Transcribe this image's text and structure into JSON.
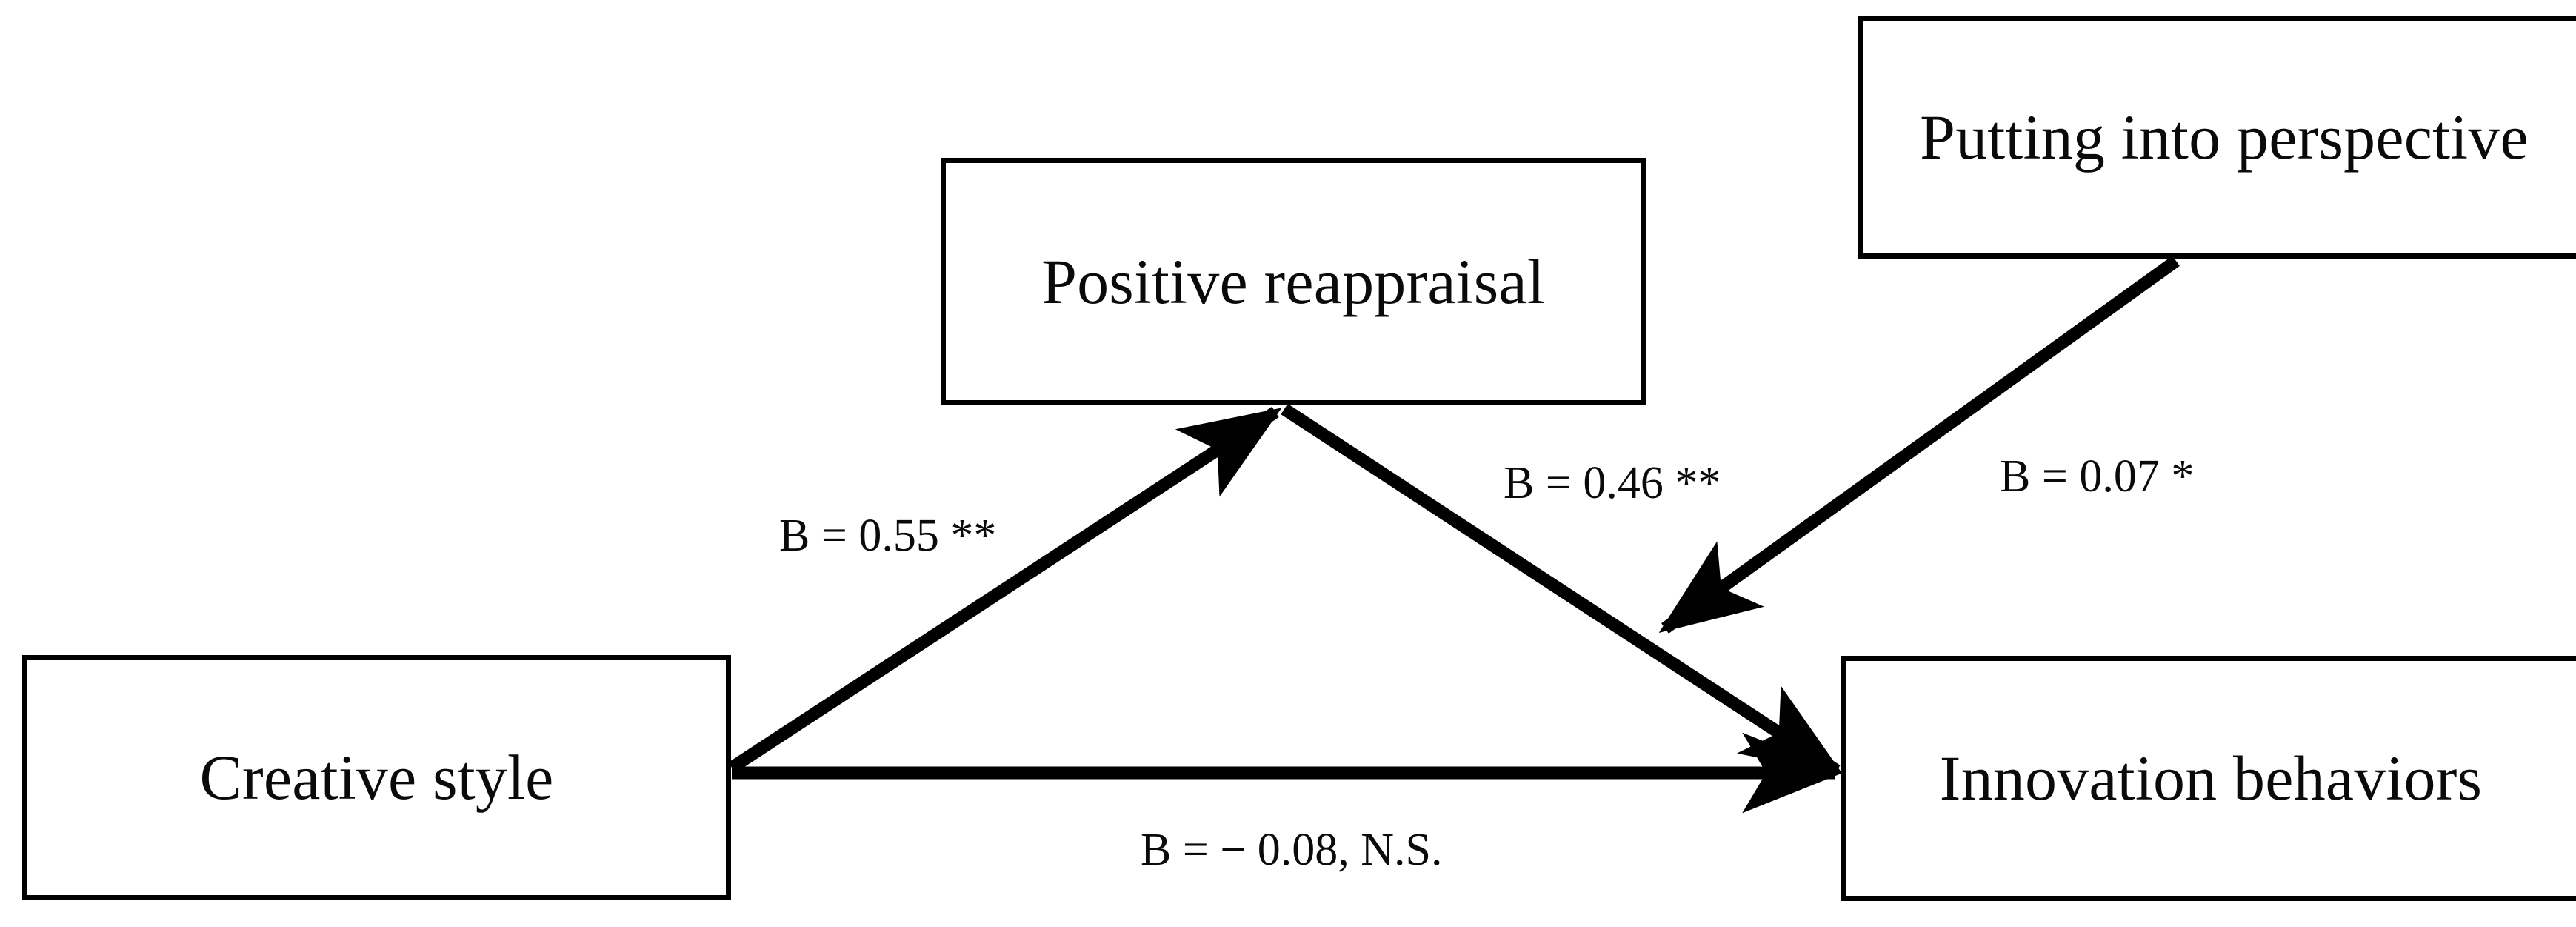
{
  "figure": {
    "type": "path-diagram",
    "background_color": "#ffffff",
    "line_color": "#000000",
    "text_color": "#0a0a0a"
  },
  "nodes": [
    {
      "id": "positive_reappraisal",
      "label": "Positive reappraisal"
    },
    {
      "id": "putting_into_perspective",
      "label": "Putting into perspective"
    },
    {
      "id": "creative_style",
      "label": "Creative style"
    },
    {
      "id": "innovation_behaviors",
      "label": "Innovation behaviors"
    }
  ],
  "edges": [
    {
      "id": "a_path",
      "from": "creative_style",
      "to": "positive_reappraisal",
      "label": "B = 0.55 **",
      "coefficient": 0.55,
      "significance": "**",
      "arrow": "single"
    },
    {
      "id": "b_path",
      "from": "positive_reappraisal",
      "to": "innovation_behaviors",
      "label": "B = 0.46 **",
      "coefficient": 0.46,
      "significance": "**",
      "arrow": "single"
    },
    {
      "id": "moderation_path",
      "from": "putting_into_perspective",
      "to": "b_path",
      "label": "B = 0.07 *",
      "coefficient": 0.07,
      "significance": "*",
      "arrow": "single"
    },
    {
      "id": "c_prime_path",
      "from": "creative_style",
      "to": "innovation_behaviors",
      "label": "B = − 0.08, N.S.",
      "coefficient": -0.08,
      "significance": "N.S.",
      "arrow": "single"
    }
  ]
}
